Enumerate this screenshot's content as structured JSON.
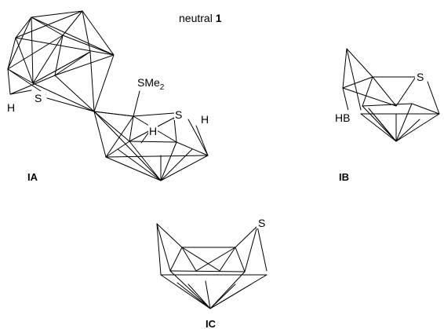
{
  "title": {
    "prefix": "neutral ",
    "bold": "1"
  },
  "structures": [
    {
      "label": "IA",
      "atoms": {
        "sulfur_left": "S",
        "hydrogen_left": "H",
        "sme2_base": "SMe",
        "sme2_sub": "2",
        "sulfur_right": "S",
        "hydrogen_mid": "H",
        "hydrogen_right": "H"
      }
    },
    {
      "label": "IB",
      "atoms": {
        "sulfur": "S",
        "hb_group": "HB"
      }
    },
    {
      "label": "IC",
      "atoms": {
        "sulfur": "S"
      }
    }
  ]
}
